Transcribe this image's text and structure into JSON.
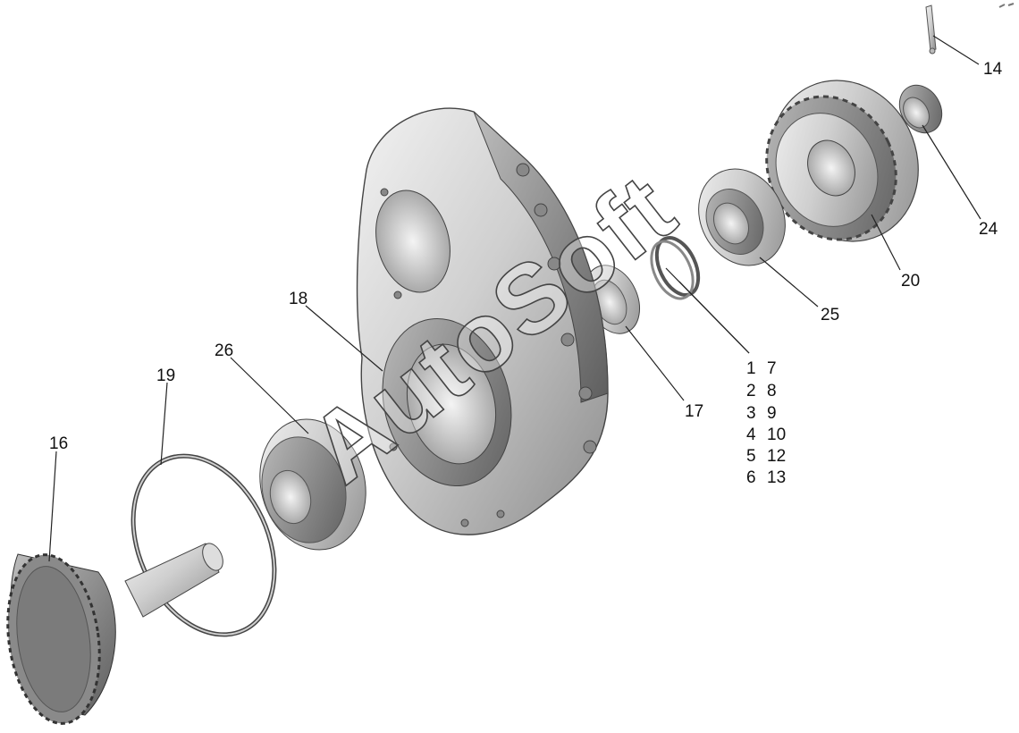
{
  "watermark": "AutoSoft",
  "callouts": {
    "p14": "14",
    "p24": "24",
    "p20": "20",
    "p25": "25",
    "p17": "17",
    "p18": "18",
    "p26": "26",
    "p19": "19",
    "p16": "16"
  },
  "grouped_callouts": [
    [
      "1",
      "7"
    ],
    [
      "2",
      "8"
    ],
    [
      "3",
      "9"
    ],
    [
      "4",
      "10"
    ],
    [
      "5",
      "12"
    ],
    [
      "6",
      "13"
    ]
  ]
}
